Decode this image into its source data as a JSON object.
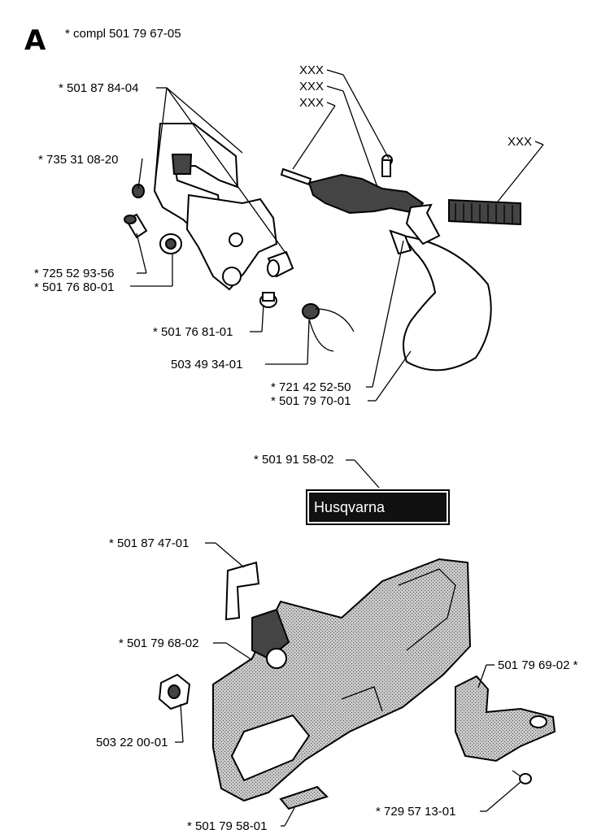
{
  "section_letter": "A",
  "compl_label": "* compl 501 79 67-05",
  "parts": {
    "p_5018784": "* 501 87 84-04",
    "p_7353108": "* 735 31 08-20",
    "p_7255293": "* 725 52 93-56",
    "p_5017680": "* 501 76 80-01",
    "p_5017681": "* 501 76 81-01",
    "p_5034934": "503 49 34-01",
    "p_7214252": "* 721 42 52-50",
    "p_5017970": "* 501 79 70-01",
    "xxx_1": "XXX",
    "xxx_2": "XXX",
    "xxx_3": "XXX",
    "xxx_4": "XXX",
    "p_5019158": "* 501 91 58-02",
    "p_5018747": "* 501 87 47-01",
    "p_5017968": "* 501 79 68-02",
    "p_5032200": "503 22 00-01",
    "p_5017969": "501 79 69-02  *",
    "p_7295713": "* 729 57 13-01",
    "p_5017958": "* 501 79 58-01"
  },
  "logo": {
    "text": "Husqvarna"
  },
  "colors": {
    "ink": "#000000",
    "shading": "#9a9a9a",
    "background": "#ffffff"
  }
}
